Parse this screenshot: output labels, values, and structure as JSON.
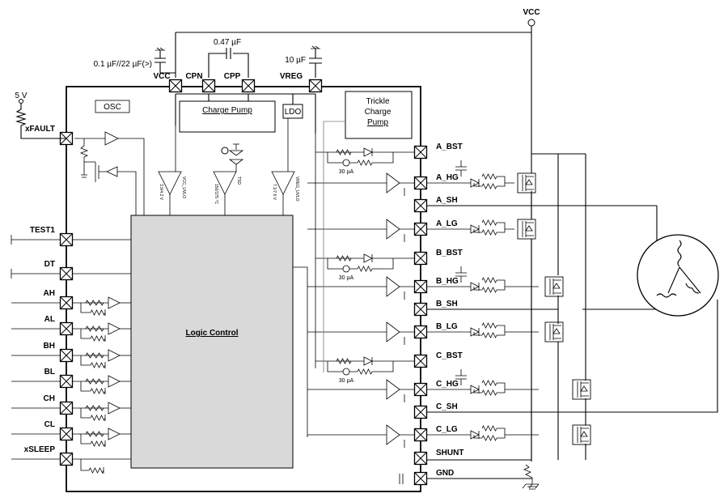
{
  "power": {
    "vcc_top": "VCC",
    "five_v": "5 V",
    "cap_vcc": "0.1 µF//22 µF(>)",
    "cap_cp": "0.47 µF",
    "cap_vreg": "10 µF"
  },
  "blocks": {
    "osc": "OSC",
    "charge_pump": "Charge Pump",
    "ldo": "LDO",
    "trickle_l1": "Trickle",
    "trickle_l2": "Charge",
    "trickle_l3": "Pump",
    "logic": "Logic Control"
  },
  "top_pins": [
    "VCC",
    "CPN",
    "CPP",
    "VREG"
  ],
  "left_pins": [
    "xFAULT",
    "TEST1",
    "DT",
    "AH",
    "AL",
    "BH",
    "BL",
    "CH",
    "CL",
    "xSLEEP"
  ],
  "right_pins": [
    "A_BST",
    "A_HG",
    "A_SH",
    "A_LG",
    "B_BST",
    "B_HG",
    "B_SH",
    "B_LG",
    "C_BST",
    "C_HG",
    "C_SH",
    "C_LG",
    "SHUNT",
    "GND"
  ],
  "comparators": [
    "3.9/4.2 V",
    "150/175 °C",
    "7.1/7.6 V"
  ],
  "comparator_tags": [
    "VCC_UVLO",
    "TSD",
    "VREG_UVLO"
  ],
  "current_source": [
    "30 µA",
    "30 µA",
    "30 µA"
  ]
}
